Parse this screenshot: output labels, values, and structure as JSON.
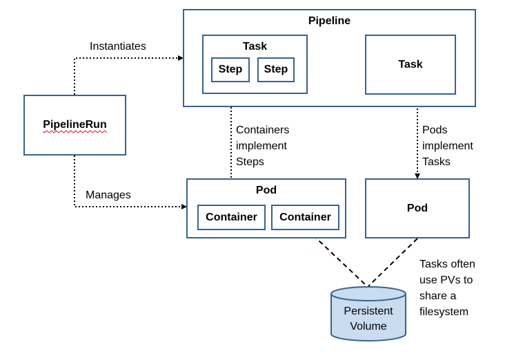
{
  "nodes": {
    "pipeline": "Pipeline",
    "task_left": "Task",
    "step_1": "Step",
    "step_2": "Step",
    "task_right": "Task",
    "pipelinerun": "PipelineRun",
    "pod_left": "Pod",
    "container_1": "Container",
    "container_2": "Container",
    "pod_right": "Pod",
    "volume_line1": "Persistent",
    "volume_line2": "Volume"
  },
  "edges": {
    "instantiates": "Instantiates",
    "manages": "Manages",
    "containers_steps": [
      "Containers",
      "implement",
      "Steps"
    ],
    "pods_tasks": [
      "Pods",
      "implement",
      "Tasks"
    ]
  },
  "notes": {
    "pv_note": [
      "Tasks often",
      "use PVs to",
      "share a",
      "filesystem"
    ]
  },
  "colors": {
    "box_border": "#3a6289",
    "cylinder_fill": "#c9dcf0",
    "cylinder_stroke": "#3a6289",
    "typo_underline": "#d0021b"
  }
}
